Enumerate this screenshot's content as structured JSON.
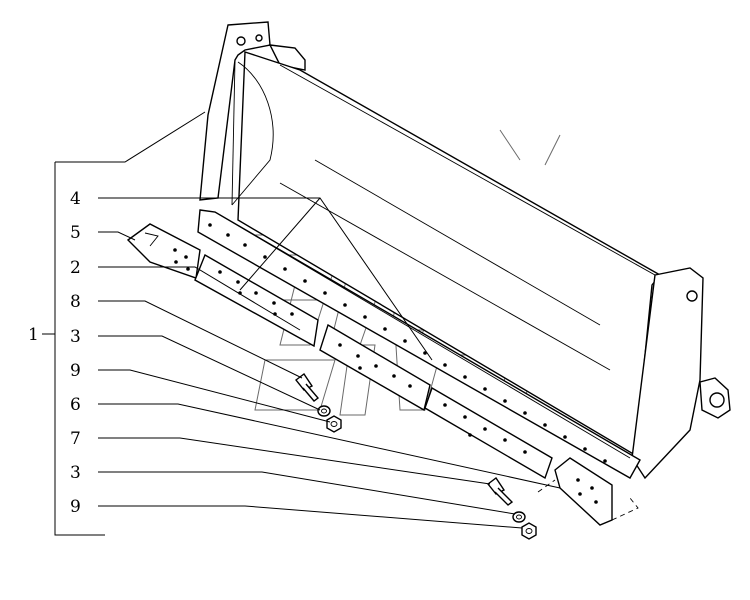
{
  "callouts": [
    {
      "id": "1",
      "text": "1"
    },
    {
      "id": "4",
      "text": "4"
    },
    {
      "id": "5",
      "text": "5"
    },
    {
      "id": "2a",
      "text": "2"
    },
    {
      "id": "8",
      "text": "8"
    },
    {
      "id": "3a",
      "text": "3"
    },
    {
      "id": "9a",
      "text": "9"
    },
    {
      "id": "6",
      "text": "6"
    },
    {
      "id": "7",
      "text": "7"
    },
    {
      "id": "3b",
      "text": "3"
    },
    {
      "id": "9b",
      "text": "9"
    }
  ]
}
